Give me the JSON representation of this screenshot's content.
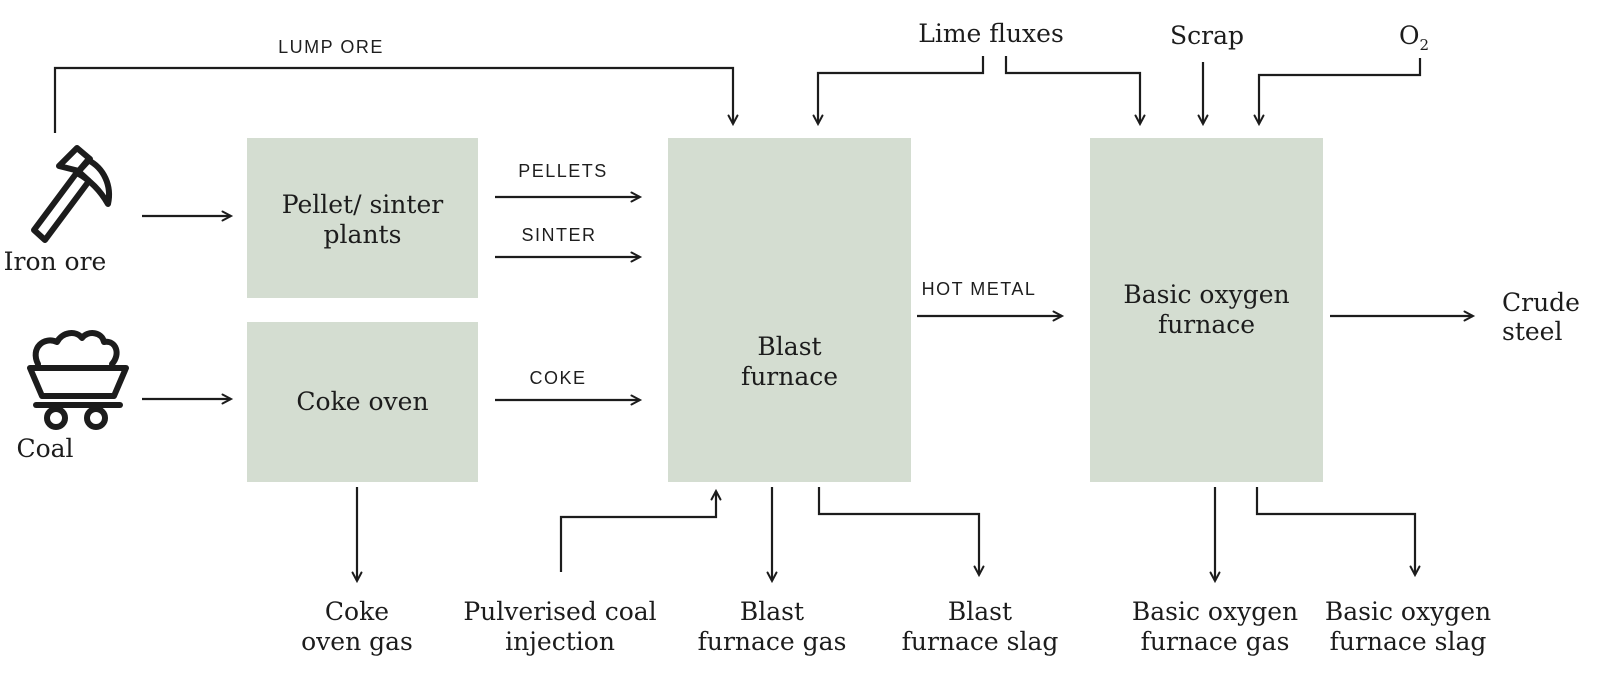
{
  "diagram": {
    "background": "#ffffff",
    "box_fill": "#d4ddd1",
    "line_color": "#1c1c1c",
    "sources": {
      "iron_ore": {
        "label": "Iron ore",
        "icon": "pickaxe-icon"
      },
      "coal": {
        "label": "Coal",
        "icon": "mine-cart-icon"
      }
    },
    "plants": {
      "pellet_sinter": {
        "lines": [
          "Pellet/ sinter",
          "plants"
        ]
      },
      "coke_oven": {
        "label": "Coke oven"
      },
      "blast_furnace": {
        "lines": [
          "Blast",
          "furnace"
        ],
        "icon": "factory-icon"
      },
      "basic_oxygen_furnace": {
        "lines": [
          "Basic oxygen",
          "furnace"
        ]
      }
    },
    "flow_labels": {
      "lump_ore": "LUMP ORE",
      "pellets": "PELLETS",
      "sinter": "SINTER",
      "coke": "COKE",
      "hot_metal": "HOT METAL"
    },
    "inputs": {
      "lime_fluxes": "Lime fluxes",
      "scrap": "Scrap",
      "oxygen": {
        "base": "O",
        "sub": "2"
      },
      "pulverised_coal_injection": {
        "lines": [
          "Pulverised coal",
          "injection"
        ]
      }
    },
    "outputs": {
      "crude_steel": {
        "lines": [
          "Crude",
          "steel"
        ]
      },
      "coke_oven_gas": {
        "lines": [
          "Coke",
          "oven gas"
        ]
      },
      "blast_furnace_gas": {
        "lines": [
          "Blast",
          "furnace gas"
        ]
      },
      "blast_furnace_slag": {
        "lines": [
          "Blast",
          "furnace slag"
        ]
      },
      "basic_oxygen_furnace_gas": {
        "lines": [
          "Basic oxygen",
          "furnace gas"
        ]
      },
      "basic_oxygen_furnace_slag": {
        "lines": [
          "Basic oxygen",
          "furnace slag"
        ]
      }
    }
  }
}
